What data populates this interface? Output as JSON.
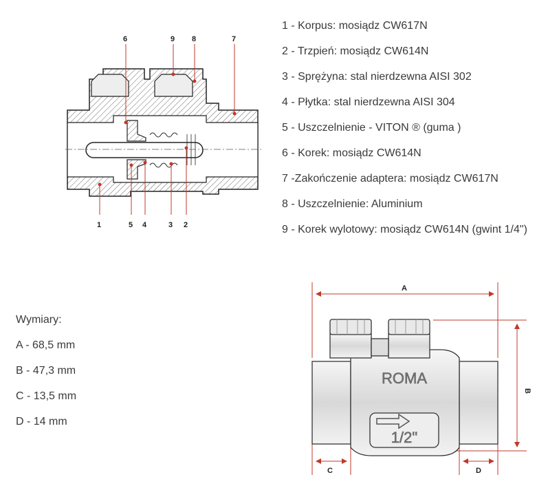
{
  "section_diagram": {
    "callouts_top": [
      "6",
      "9",
      "8",
      "7"
    ],
    "callouts_bottom": [
      "1",
      "5",
      "4",
      "3",
      "2"
    ]
  },
  "parts_list": [
    "1 - Korpus: mosiądz CW617N",
    "2 - Trzpień: mosiądz CW614N",
    "3 - Sprężyna: stal nierdzewna AISI 302",
    "4 - Płytka: stal nierdzewna AISI 304",
    "5 - Uszczelnienie - VITON ® (guma )",
    "6 - Korek: mosiądz CW614N",
    "7 -Zakończenie adaptera: mosiądz CW617N",
    "8 - Uszczelnienie: Aluminium",
    "9 - Korek wylotowy: mosiądz CW614N (gwint 1/4\")"
  ],
  "dimensions": {
    "title": "Wymiary:",
    "items": [
      "A - 68,5 mm",
      "B - 47,3 mm",
      "C - 13,5 mm",
      "D - 14 mm"
    ]
  },
  "exterior_diagram": {
    "brand": "ROMA",
    "size": "1/2\"",
    "dim_labels": [
      "A",
      "B",
      "C",
      "D"
    ]
  }
}
